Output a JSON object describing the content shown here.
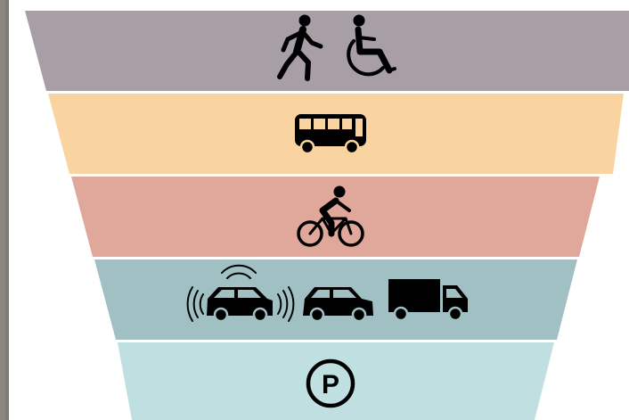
{
  "diagram": {
    "tiers": [
      {
        "name": "walking-and-wheelchair",
        "icons": [
          "pedestrian-icon",
          "wheelchair-user-icon"
        ],
        "color": "#a89ea6"
      },
      {
        "name": "public-transit",
        "icons": [
          "bus-icon"
        ],
        "color": "#fad4a0"
      },
      {
        "name": "bicycling",
        "icons": [
          "bicycle-rider-icon"
        ],
        "color": "#e0a89a"
      },
      {
        "name": "vehicles",
        "icons": [
          "connected-car-icon",
          "car-icon",
          "delivery-truck-icon"
        ],
        "color": "#a1c0c3"
      },
      {
        "name": "parking",
        "icons": [
          "parking-icon"
        ],
        "color": "#bfdfe0"
      }
    ],
    "parking_label": "P"
  }
}
